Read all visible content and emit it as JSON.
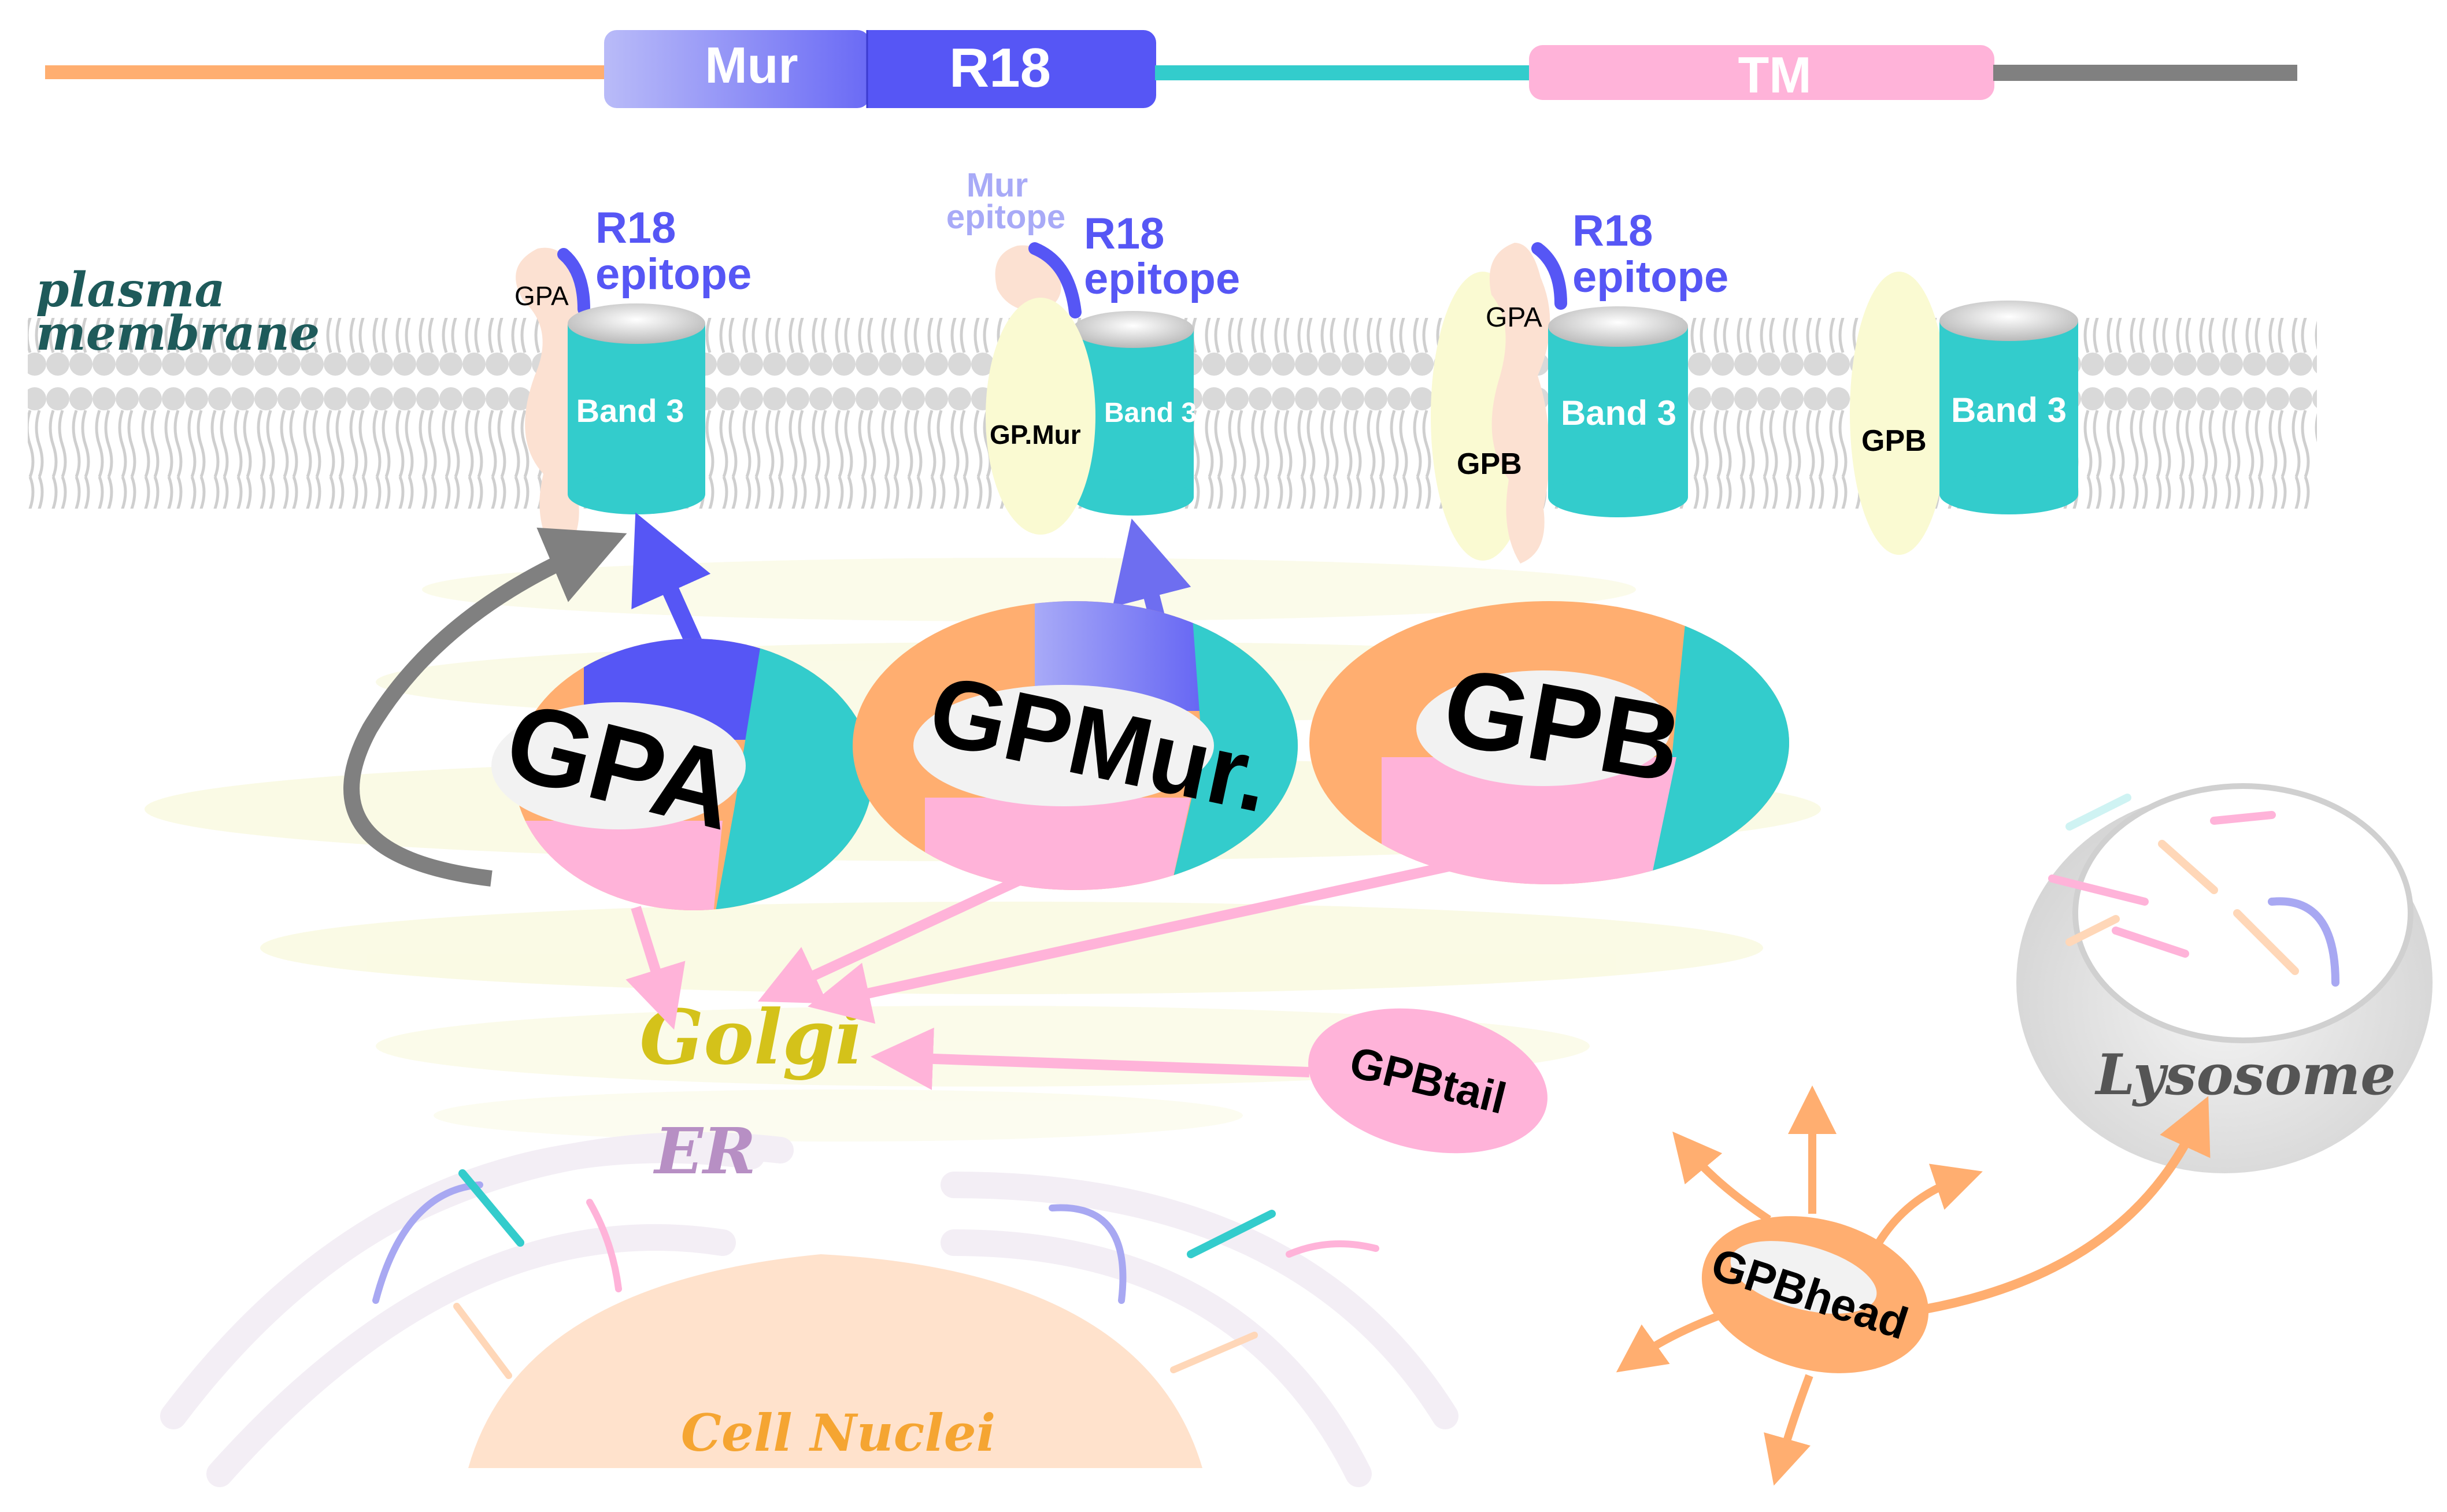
{
  "domain_bar": {
    "mur_label": "Mur",
    "r18_label": "R18",
    "tm_label": "TM"
  },
  "membrane": {
    "label_line1": "plasma",
    "label_line2": "membrane"
  },
  "complexes": [
    {
      "epitope_title": "R18",
      "epitope_word": "epitope",
      "gp_label": "GPA",
      "band_label": "Band 3"
    },
    {
      "mur_epitope_title": "Mur",
      "mur_epitope_word": "epitope",
      "epitope_title": "R18",
      "epitope_word": "epitope",
      "gp_label": "GP.Mur",
      "band_label": "Band 3"
    },
    {
      "epitope_title": "R18",
      "epitope_word": "epitope",
      "gp_label_top": "GPA",
      "gp_label_bottom": "GPB",
      "band_label": "Band 3"
    },
    {
      "gp_label": "GPB",
      "band_label": "Band 3"
    }
  ],
  "proteins": {
    "gpa": "GPA",
    "gpmur": "GPMur.",
    "gpb": "GPB",
    "gpbtail": "GPBtail",
    "gpbhead": "GPBhead"
  },
  "organelles": {
    "golgi": "Golgi",
    "er": "ER",
    "nucleus": "Cell Nuclei",
    "lysosome": "Lysosome"
  },
  "colors": {
    "orange": "#FFAE70",
    "mur_blue": "#9A9CF5",
    "r18_blue": "#5656F5",
    "teal": "#33CCCC",
    "pink": "#FFB3D9",
    "gray": "#808080",
    "golgi_text": "#D4C21A",
    "er_text": "#B78FC4",
    "nucleus_text": "#F5A532",
    "lysosome_text": "#555555"
  }
}
